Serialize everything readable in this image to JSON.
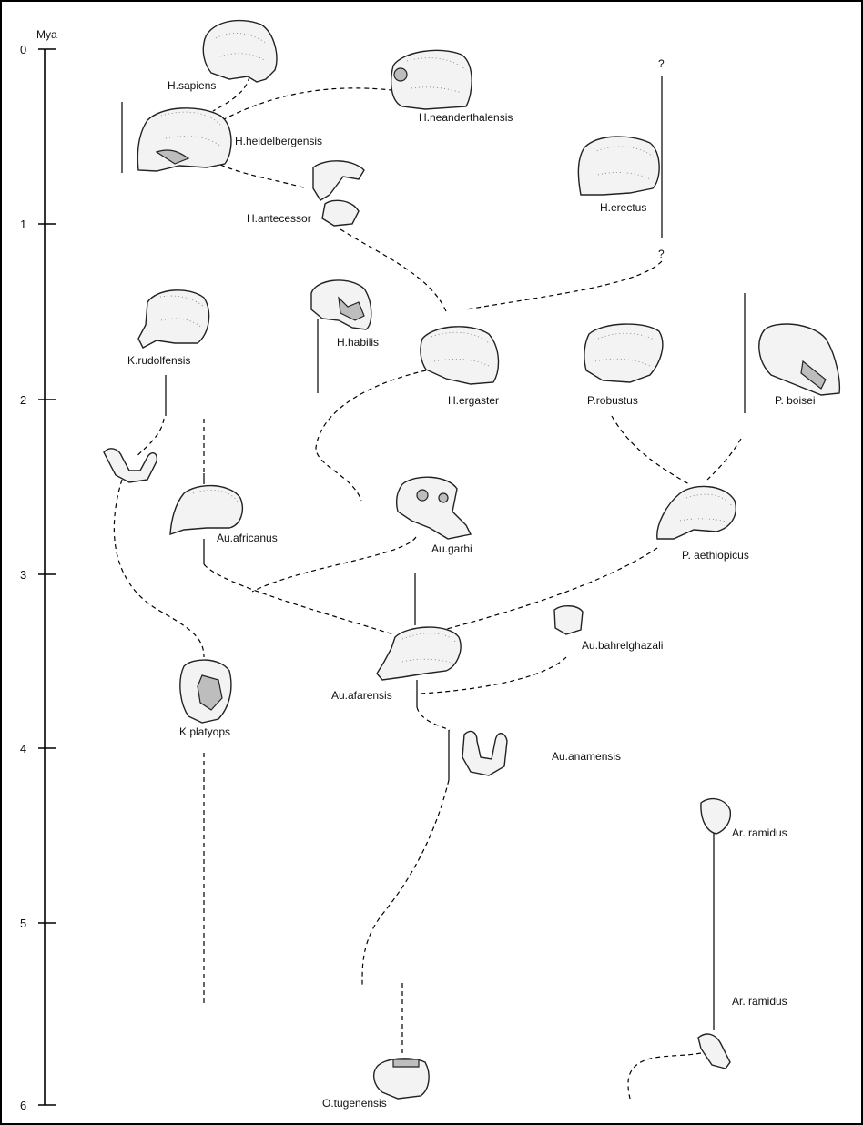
{
  "axis": {
    "unit_label": "Mya",
    "ticks": [
      "0",
      "1",
      "2",
      "3",
      "4",
      "5",
      "6"
    ]
  },
  "species": [
    {
      "id": "h-sapiens",
      "label": "H.sapiens"
    },
    {
      "id": "h-neanderthalensis",
      "label": "H.neanderthalensis"
    },
    {
      "id": "h-heidelbergensis",
      "label": "H.heidelbergensis"
    },
    {
      "id": "h-erectus",
      "label": "H.erectus"
    },
    {
      "id": "h-antecessor",
      "label": "H.antecessor"
    },
    {
      "id": "k-rudolfensis",
      "label": "K.rudolfensis"
    },
    {
      "id": "h-habilis",
      "label": "H.habilis"
    },
    {
      "id": "h-ergaster",
      "label": "H.ergaster"
    },
    {
      "id": "p-robustus",
      "label": "P.robustus"
    },
    {
      "id": "p-boisei",
      "label": "P. boisei"
    },
    {
      "id": "au-africanus",
      "label": "Au.africanus"
    },
    {
      "id": "au-garhi",
      "label": "Au.garhi"
    },
    {
      "id": "p-aethiopicus",
      "label": "P. aethiopicus"
    },
    {
      "id": "au-bahrelghazali",
      "label": "Au.bahrelghazali"
    },
    {
      "id": "au-afarensis",
      "label": "Au.afarensis"
    },
    {
      "id": "k-platyops",
      "label": "K.platyops"
    },
    {
      "id": "au-anamensis",
      "label": "Au.anamensis"
    },
    {
      "id": "ar-ramidus-1",
      "label": "Ar. ramidus"
    },
    {
      "id": "ar-ramidus-2",
      "label": "Ar. ramidus"
    },
    {
      "id": "o-tugenensis",
      "label": "O.tugenensis"
    }
  ],
  "uncertainty": {
    "top": "?",
    "bottom": "?"
  }
}
